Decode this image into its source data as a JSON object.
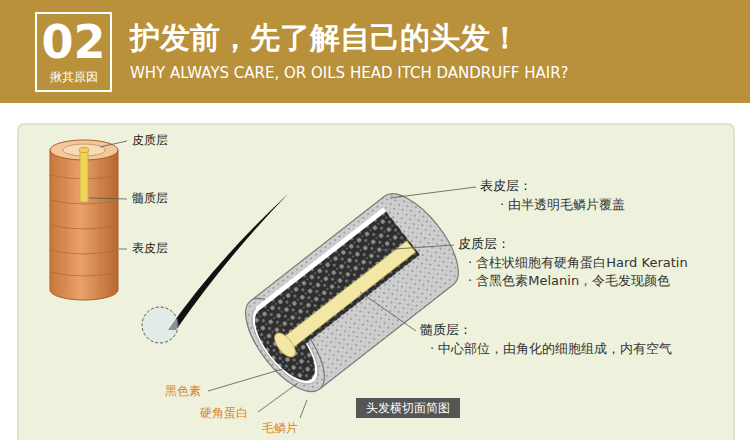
{
  "diagram": {
    "title": "护发前，先了解自己的头发！",
    "caption": "头发横切面简图",
    "nodes": [
      {
        "text": [
          "02",
          "揪其原因"
        ]
      }
    ],
    "labels": [
      "WHY ALWAYS CARE, OR OILS HEAD ITCH DANDRUFF HAIR?",
      "皮质层",
      "髓质层",
      "表皮层",
      "表皮层：",
      "· 由半透明毛鳞片覆盖",
      "皮质层：",
      "· 含柱状细胞有硬角蛋白Hard Keratin",
      "· 含黑色素Melanin，令毛发现颜色",
      "髓质层：",
      "· 中心部位，由角化的细胞组成，内有空气",
      "黑色素",
      "硬角蛋白",
      "毛鳞片"
    ]
  }
}
